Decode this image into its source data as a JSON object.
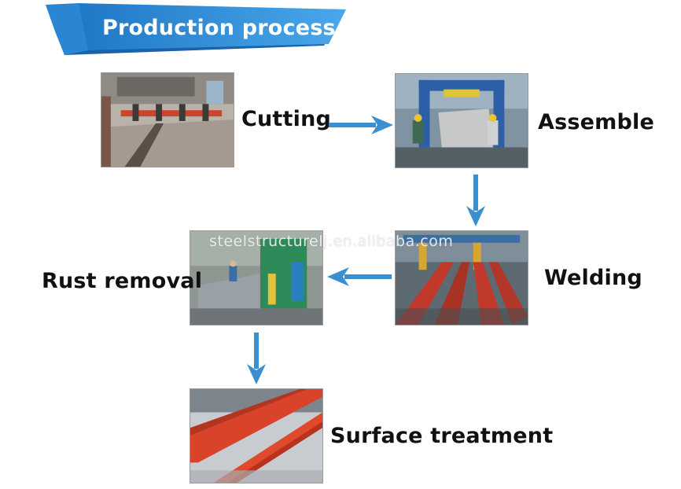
{
  "header": {
    "title": "Production process",
    "banner_color": "#2f8fd8"
  },
  "steps": [
    {
      "label": "Cutting"
    },
    {
      "label": "Assemble"
    },
    {
      "label": "Welding"
    },
    {
      "label": "Rust removal"
    },
    {
      "label": "Surface treatment"
    }
  ],
  "watermark": "steelstructurelj.en.alibaba.com",
  "colors": {
    "arrow": "#3a8fd0",
    "text": "#111111",
    "steel_red": "#d9462a"
  },
  "icons": {
    "arrow": "arrow-icon"
  }
}
